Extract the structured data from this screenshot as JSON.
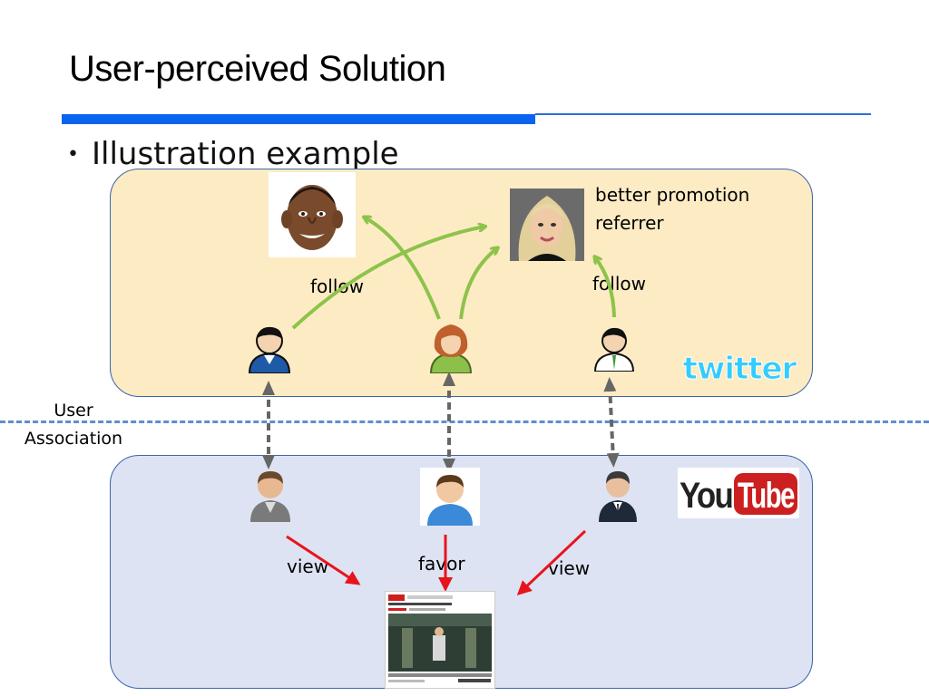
{
  "title": "User-perceived Solution",
  "bullet": "Illustration example",
  "labels": {
    "better_promotion": "better promotion",
    "referrer": "referrer",
    "follow_left": "follow",
    "follow_right": "follow",
    "user": "User",
    "association": "Association",
    "view_left": "view",
    "favor": "favor",
    "view_right": "view"
  },
  "logos": {
    "twitter": "twitter",
    "youtube_you": "You",
    "youtube_tube": "Tube"
  },
  "colors": {
    "accent_blue": "#0a64f0",
    "twitter_panel": "#fdebc4",
    "youtube_panel": "#dde3f3",
    "follow_arrow": "#8dc34a",
    "view_arrow": "#e8141c",
    "association_arrow": "#666666",
    "divider": "#5b8fd0"
  },
  "icons": {
    "celebrity_1": "celebrity-face-photo",
    "celebrity_2": "celebrity-face-photo",
    "twitter_users": [
      "user-icon-blue",
      "user-icon-female",
      "user-icon-green-tie"
    ],
    "youtube_users": [
      "user-icon-grey",
      "user-icon-blue-shirt",
      "user-icon-suit"
    ],
    "video": "video-thumbnail"
  }
}
